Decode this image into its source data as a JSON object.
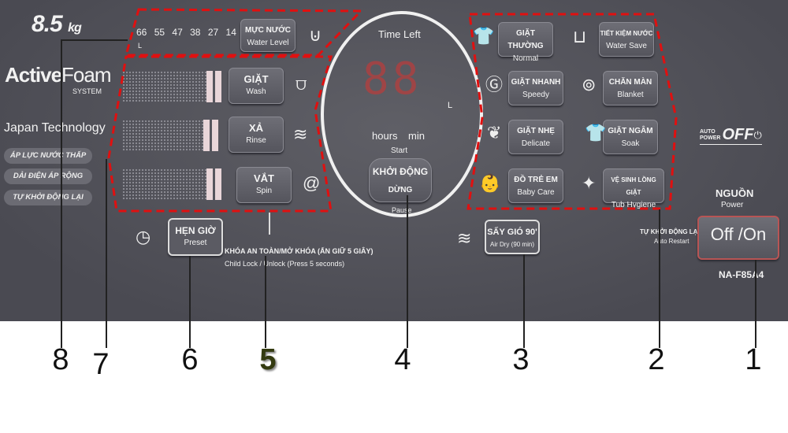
{
  "panel": {
    "capacity": "8.5",
    "capacity_unit": "kg",
    "brand": {
      "active": "Active",
      "foam": "Foam",
      "system": "SYSTEM"
    },
    "japan_tech": "Japan Technology",
    "features": [
      "ÁP LỰC NƯỚC THẤP",
      "DẢI ĐIỆN ÁP RỘNG",
      "TỰ KHỞI ĐỘNG LẠI"
    ],
    "water_levels": [
      "66",
      "55",
      "47",
      "38",
      "27",
      "14"
    ],
    "water_unit": "L",
    "water_level_button": {
      "vi": "MỰC NƯỚC",
      "en": "Water Level"
    },
    "process_buttons": [
      {
        "vi": "GIẶT",
        "en": "Wash"
      },
      {
        "vi": "XẢ",
        "en": "Rinse"
      },
      {
        "vi": "VẮT",
        "en": "Spin"
      }
    ],
    "display": {
      "title": "Time Left",
      "digits": "88",
      "unit": "L",
      "hours": "hours",
      "min": "min",
      "start": "Start",
      "start_vi": "KHỞI ĐỘNG",
      "pause_vi": "DỪNG",
      "pause": "Pause"
    },
    "programs": [
      {
        "vi": "GIẶT THƯỜNG",
        "en": "Normal"
      },
      {
        "vi": "TIẾT KIỆM NƯỚC",
        "en": "Water Save"
      },
      {
        "vi": "GIẶT NHANH",
        "en": "Speedy"
      },
      {
        "vi": "CHĂN MÀN",
        "en": "Blanket"
      },
      {
        "vi": "GIẶT NHẸ",
        "en": "Delicate"
      },
      {
        "vi": "GIẶT NGÂM",
        "en": "Soak"
      },
      {
        "vi": "ĐỒ TRẺ EM",
        "en": "Baby Care"
      },
      {
        "vi": "VỆ SINH LỒNG GIẶT",
        "en": "Tub Hygiene"
      }
    ],
    "preset": {
      "vi": "HẸN GIỜ",
      "en": "Preset"
    },
    "child_lock": {
      "vi": "KHÓA AN TOÀN/MỞ KHÓA (ẤN GIỮ 5 GIÂY)",
      "en": "Child Lock / Unlock (Press 5 seconds)"
    },
    "air_dry": {
      "vi": "SẤY GIÓ 90'",
      "en": "Air Dry (90 min)"
    },
    "auto_power": {
      "small1": "AUTO",
      "small2": "POWER",
      "big": "OFF"
    },
    "auto_restart": {
      "vi": "TỰ KHỞI ĐỘNG LẠI",
      "en": "Auto Restart"
    },
    "power": {
      "vi": "NGUỒN",
      "en": "Power",
      "button": "Off /On"
    },
    "model": "NA-F85A4"
  },
  "callouts": [
    "8",
    "7",
    "6",
    "5",
    "4",
    "3",
    "2",
    "1"
  ]
}
